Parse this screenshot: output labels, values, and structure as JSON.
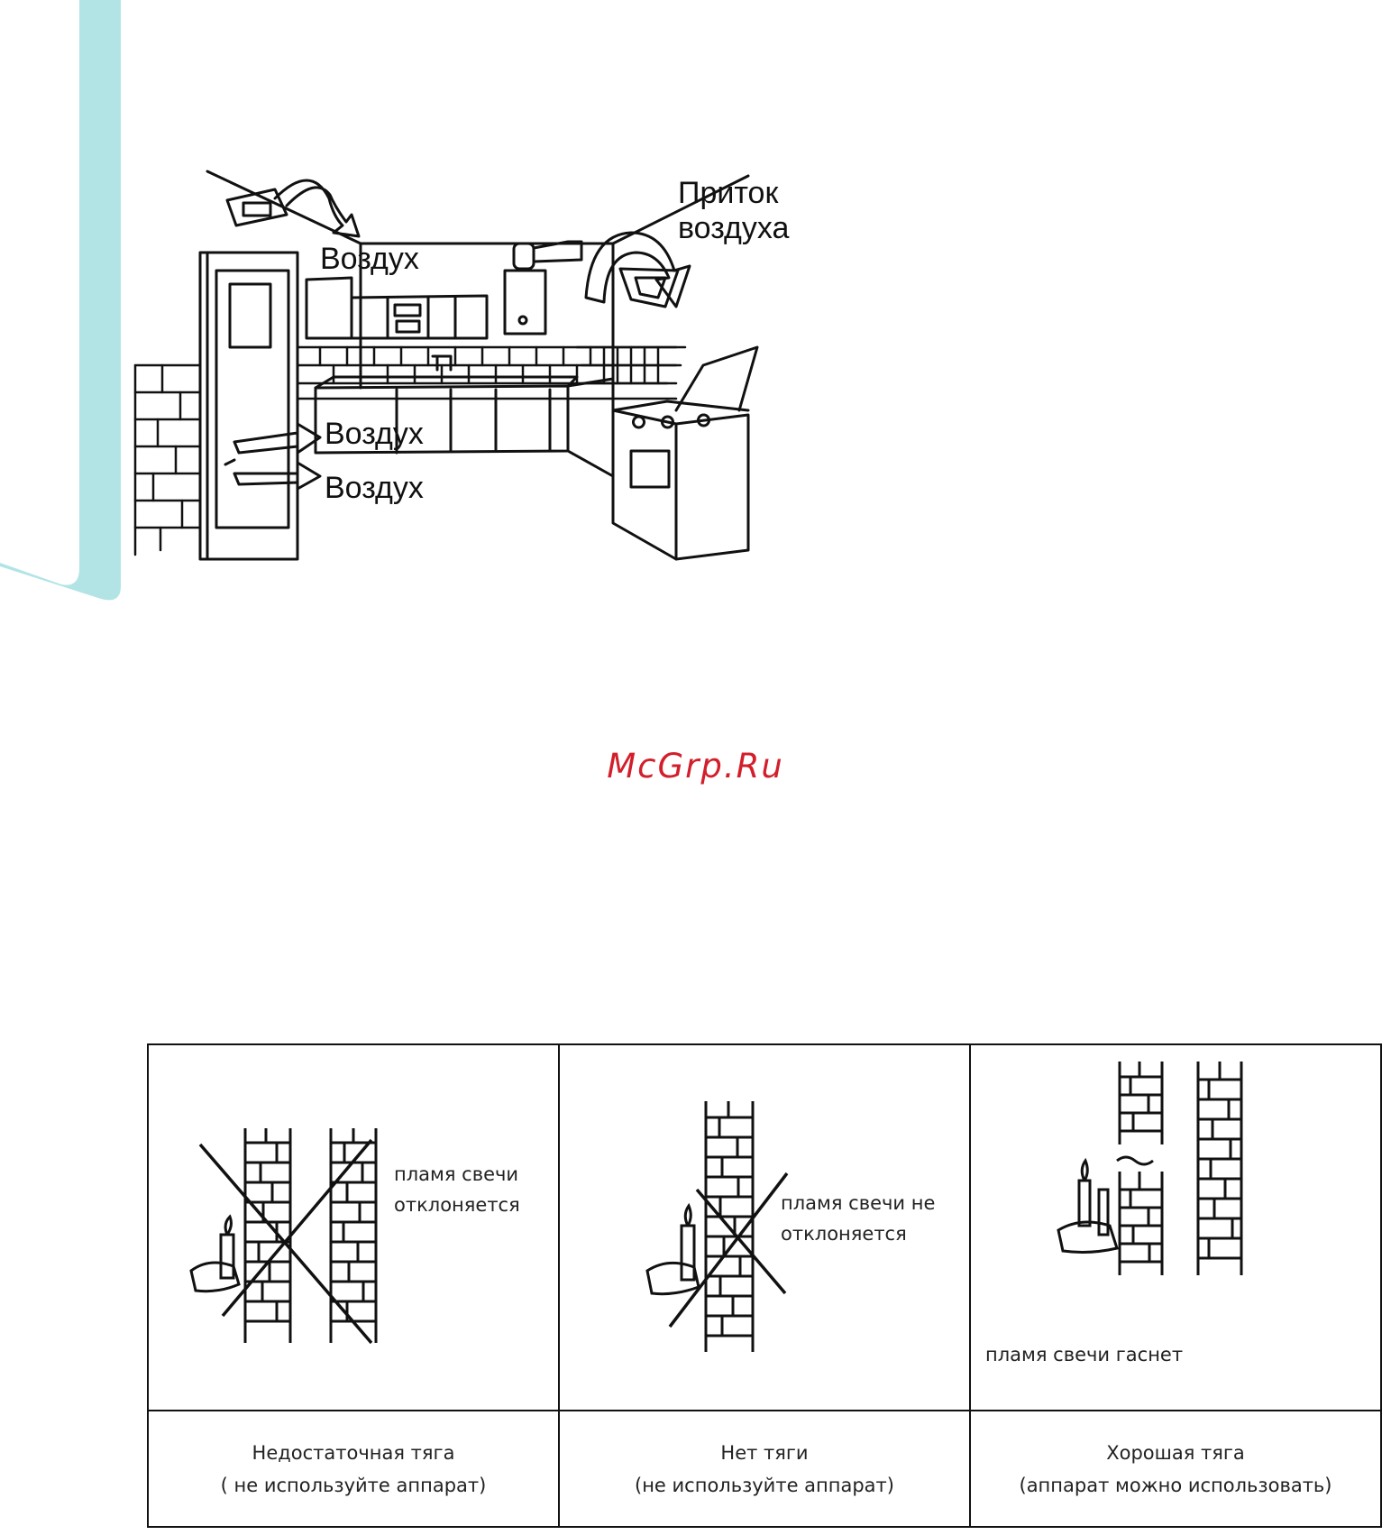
{
  "colors": {
    "accent": "#b2e4e6",
    "watermark": "#d21f2b",
    "line": "#111111"
  },
  "kitchen_diagram": {
    "label_inflow": "Приток\nвоздуха",
    "label_inflow_line1": "Приток",
    "label_inflow_line2": "воздуха",
    "label_air_top": "Воздух",
    "label_air_mid": "Воздух",
    "label_air_bottom": "Воздух"
  },
  "watermark": "McGrp.Ru",
  "draft_table": {
    "cells": [
      {
        "note_line1": "пламя свечи",
        "note_line2": "отклоняется",
        "caption_line1": "Недостаточная тяга",
        "caption_line2": "( не используйте аппарат)"
      },
      {
        "note_line1": "пламя свечи не",
        "note_line2": "отклоняется",
        "caption_line1": "Нет тяги",
        "caption_line2": "(не используйте аппарат)"
      },
      {
        "note_line1": "пламя свечи  гаснет",
        "note_line2": "",
        "caption_line1": "Хорошая тяга",
        "caption_line2": "(аппарат можно использовать)"
      }
    ]
  }
}
